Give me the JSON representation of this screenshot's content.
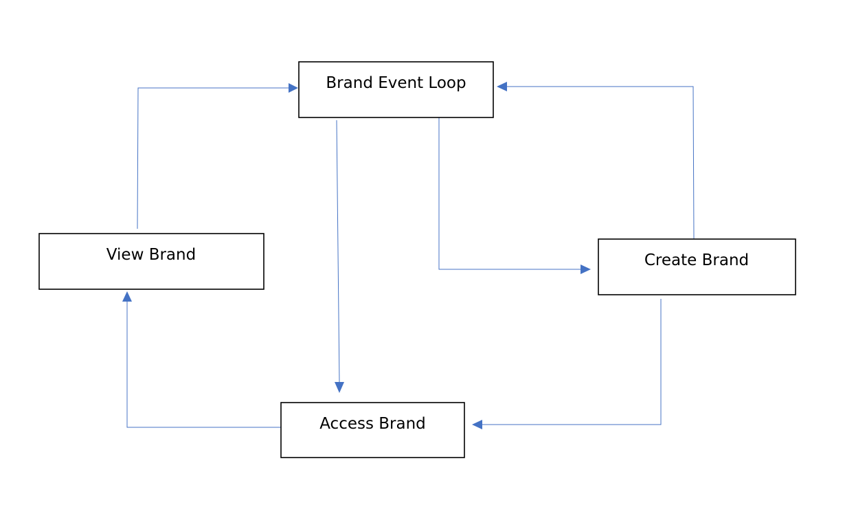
{
  "nodes": {
    "brand_event_loop": {
      "label": "Brand Event Loop"
    },
    "view_brand": {
      "label": "View Brand"
    },
    "create_brand": {
      "label": "Create Brand"
    },
    "access_brand": {
      "label": "Access Brand"
    }
  },
  "edges": [
    {
      "from": "view_brand",
      "to": "brand_event_loop"
    },
    {
      "from": "create_brand",
      "to": "brand_event_loop"
    },
    {
      "from": "brand_event_loop",
      "to": "access_brand"
    },
    {
      "from": "brand_event_loop",
      "to": "create_brand"
    },
    {
      "from": "create_brand",
      "to": "access_brand"
    },
    {
      "from": "access_brand",
      "to": "view_brand"
    }
  ],
  "colors": {
    "edge": "#4472c4",
    "node_border": "#000000",
    "background": "#ffffff"
  }
}
